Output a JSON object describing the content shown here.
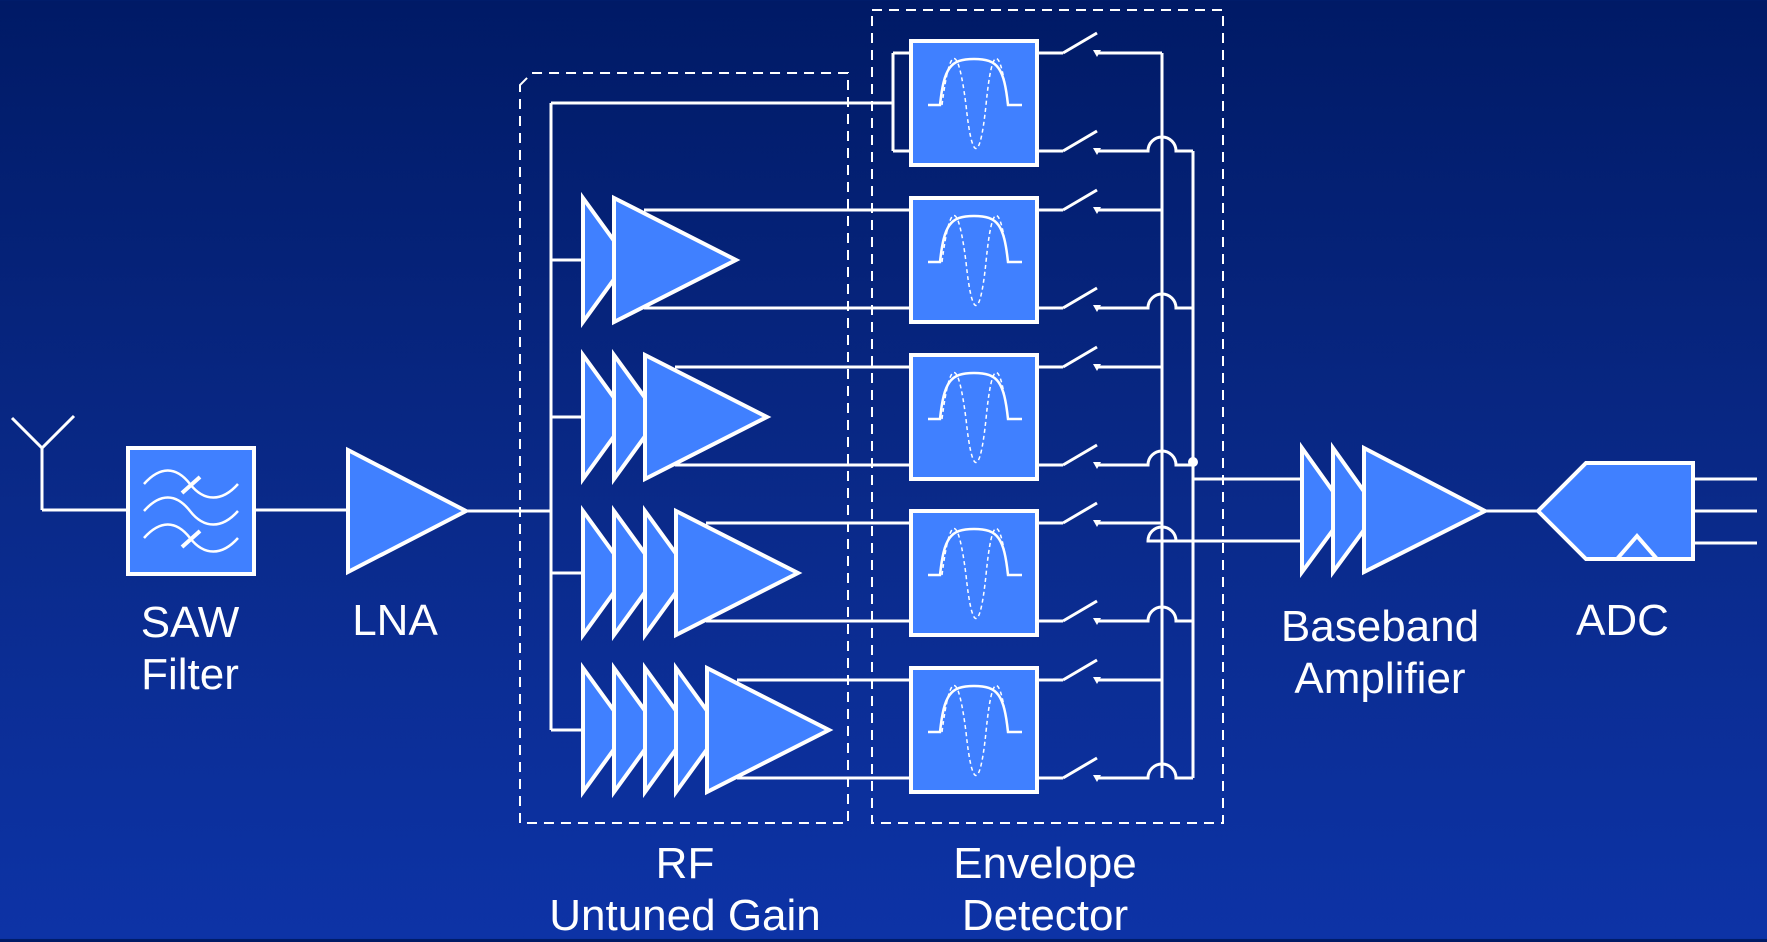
{
  "labels": {
    "saw_filter": {
      "line1": "SAW",
      "line2": "Filter"
    },
    "lna": "LNA",
    "rf_gain": {
      "line1": "RF",
      "line2": "Untuned Gain"
    },
    "envelope": {
      "line1": "Envelope",
      "line2": "Detector"
    },
    "baseband": {
      "line1": "Baseband",
      "line2": "Amplifier"
    },
    "adc": "ADC"
  },
  "colors": {
    "block_fill": "#4080ff",
    "stroke": "#ffffff",
    "background_top": "#001a66",
    "background_bottom": "#0d33a6"
  },
  "structure": {
    "rf_gain_stages": [
      0,
      2,
      3,
      4,
      5
    ],
    "envelope_detectors": 5,
    "switches": 10,
    "baseband_amplifier_stages": 3,
    "adc_outputs": 3
  }
}
